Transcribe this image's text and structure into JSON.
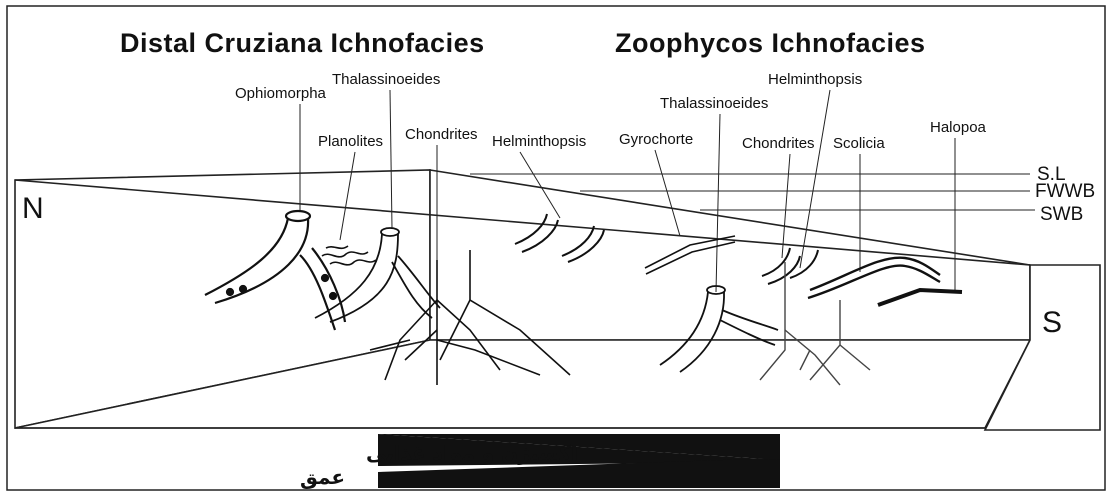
{
  "title": {
    "left": "Distal Cruziana Ichnofacies",
    "right": "Zoophycos Ichnofacies"
  },
  "corners": {
    "north": "N",
    "south": "S"
  },
  "water_levels": [
    "S.L",
    "FWWB",
    "SWB"
  ],
  "trace_labels": {
    "ophiomorpha": "Ophiomorpha",
    "thalassinoeides_left": "Thalassinoeides",
    "planolites": "Planolites",
    "chondrites_left": "Chondrites",
    "helminthopsis_left": "Helminthopsis",
    "gyrochorte": "Gyrochorte",
    "thalassinoeides_right": "Thalassinoeides",
    "helminthopsis_right": "Helminthopsis",
    "chondrites_right": "Chondrites",
    "scolicia": "Scolicia",
    "halopoa": "Halopoa"
  },
  "gradient_labels": {
    "oxygen_nutrients": "اکسیژن و مواد غذایی",
    "depth": "عمق"
  }
}
